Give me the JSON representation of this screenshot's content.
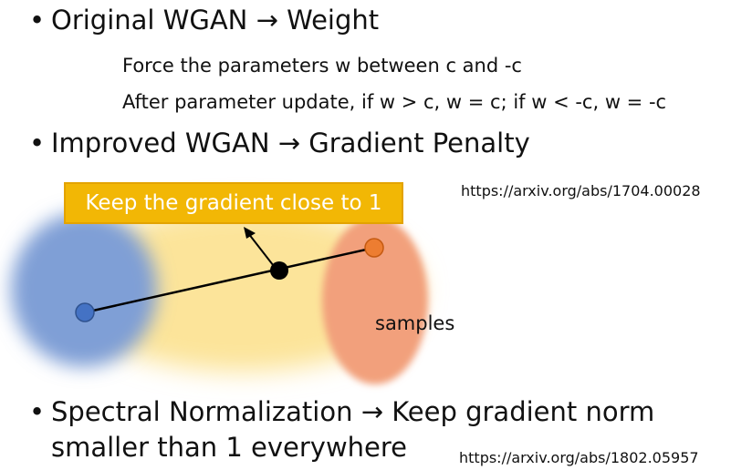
{
  "bullets": [
    {
      "marker": "•",
      "text": "Original WGAN → Weight"
    },
    {
      "marker": "•",
      "text": "Improved WGAN → Gradient Penalty"
    },
    {
      "marker": "•",
      "text": "Spectral Normalization → Keep gradient norm"
    }
  ],
  "bullet3_continuation": "smaller than 1 everywhere",
  "sub_points": [
    "Force the parameters w between c and -c",
    "After parameter update, if w > c, w = c; if w < -c, w = -c"
  ],
  "links": [
    "https://arxiv.org/abs/1704.00028",
    "https://arxiv.org/abs/1802.05957"
  ],
  "diagram": {
    "callout": "Keep the gradient close to 1",
    "samples_label": "samples",
    "colors": {
      "real_blob": "#7f9fd6",
      "middle_blob": "#fce49a",
      "samples_blob": "#f2a07c",
      "callout_bg": "#f2b705",
      "blue_point": "#4472c4",
      "orange_point": "#ed7d31"
    }
  }
}
